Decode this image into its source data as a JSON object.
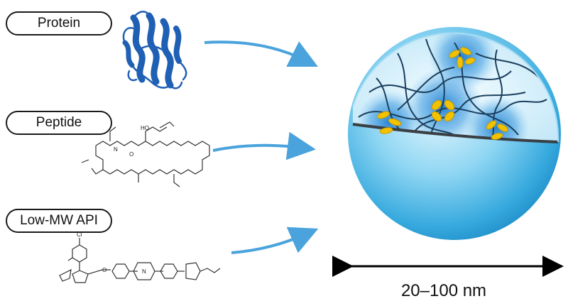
{
  "labels": {
    "protein": "Protein",
    "peptide": "Peptide",
    "low_mw_api": "Low-MW API",
    "size": "20–100 nm"
  },
  "colors": {
    "protein": "#1f5fb4",
    "arrow": "#4aa3dc",
    "sphere_light": "#dff3fc",
    "sphere_mid": "#5fc3ec",
    "sphere_dark": "#1b8fc9",
    "chain": "#1b3f5e",
    "drug": "#f2c200"
  },
  "molecule_atoms": {
    "peptide": [
      "HO",
      "N",
      "O"
    ],
    "api": [
      "Cl",
      "O",
      "N"
    ]
  }
}
